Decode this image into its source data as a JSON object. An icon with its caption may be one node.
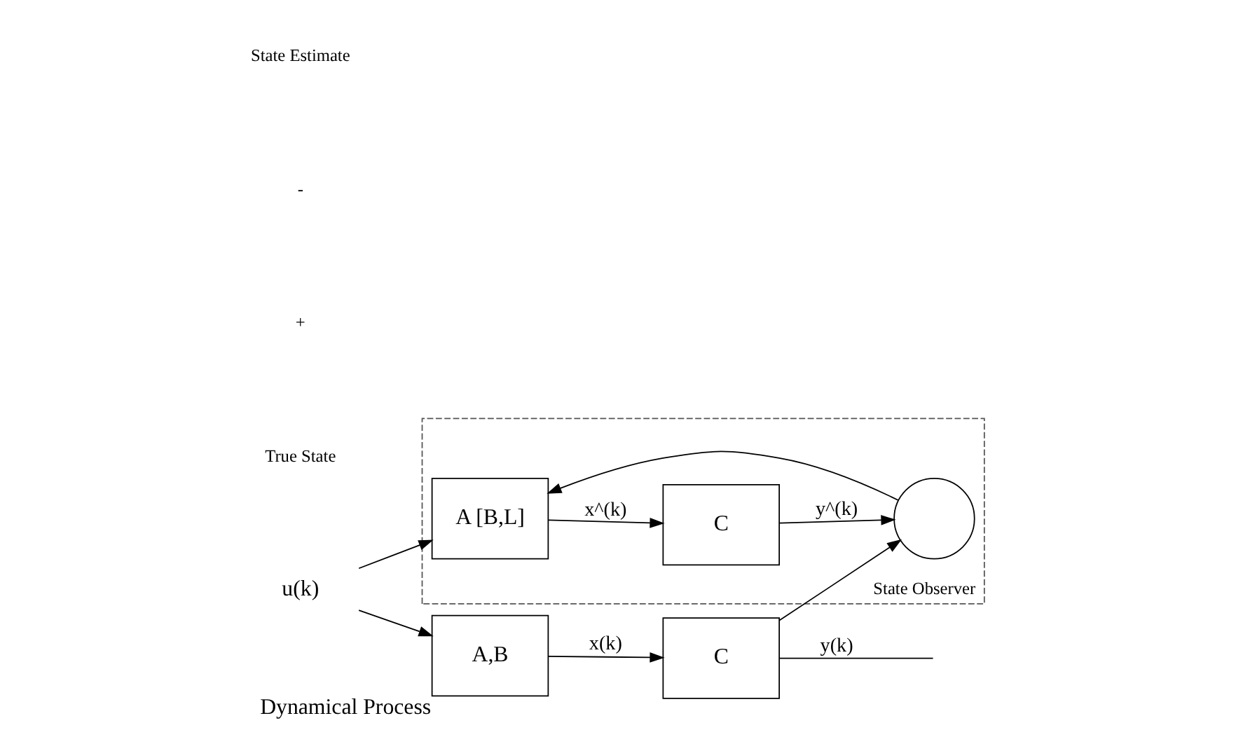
{
  "diagram": {
    "nodes": [
      {
        "text": [
          "u(k)"
        ]
      },
      {
        "text": [
          "A,B"
        ],
        "beside": [
          "Dynamical Process"
        ]
      },
      {
        "text": [
          "C"
        ]
      },
      {
        "text": [
          "State Observer"
        ]
      },
      {
        "text": [
          "A [B,L]"
        ],
        "in": 3
      },
      {
        "text": [
          "C"
        ],
        "in": 3
      },
      {
        "text": [],
        "shape": "circle",
        "in": 3
      }
    ],
    "edges": [
      {
        "from": 0,
        "to": 1,
        "arrow": "to"
      },
      {
        "from": 0,
        "to": 4,
        "arrow": "to"
      },
      {
        "from": 1,
        "to": 2,
        "arrow": "to",
        "label": "x(k)"
      },
      {
        "from": 2,
        "to": null,
        "arrow": "none",
        "label": "y(k)"
      },
      {
        "from": 2,
        "to": 6,
        "arrow": "to"
      },
      {
        "from": 4,
        "to": 5,
        "arrow": "to",
        "label": "x^(k)"
      },
      {
        "from": 5,
        "to": 6,
        "arrow": "to",
        "label": "y^(k)"
      },
      {
        "from": 6,
        "to": 4,
        "arrow": "to"
      }
    ],
    "labels": [
      "True State",
      "+",
      "-",
      "State Estimate"
    ]
  }
}
